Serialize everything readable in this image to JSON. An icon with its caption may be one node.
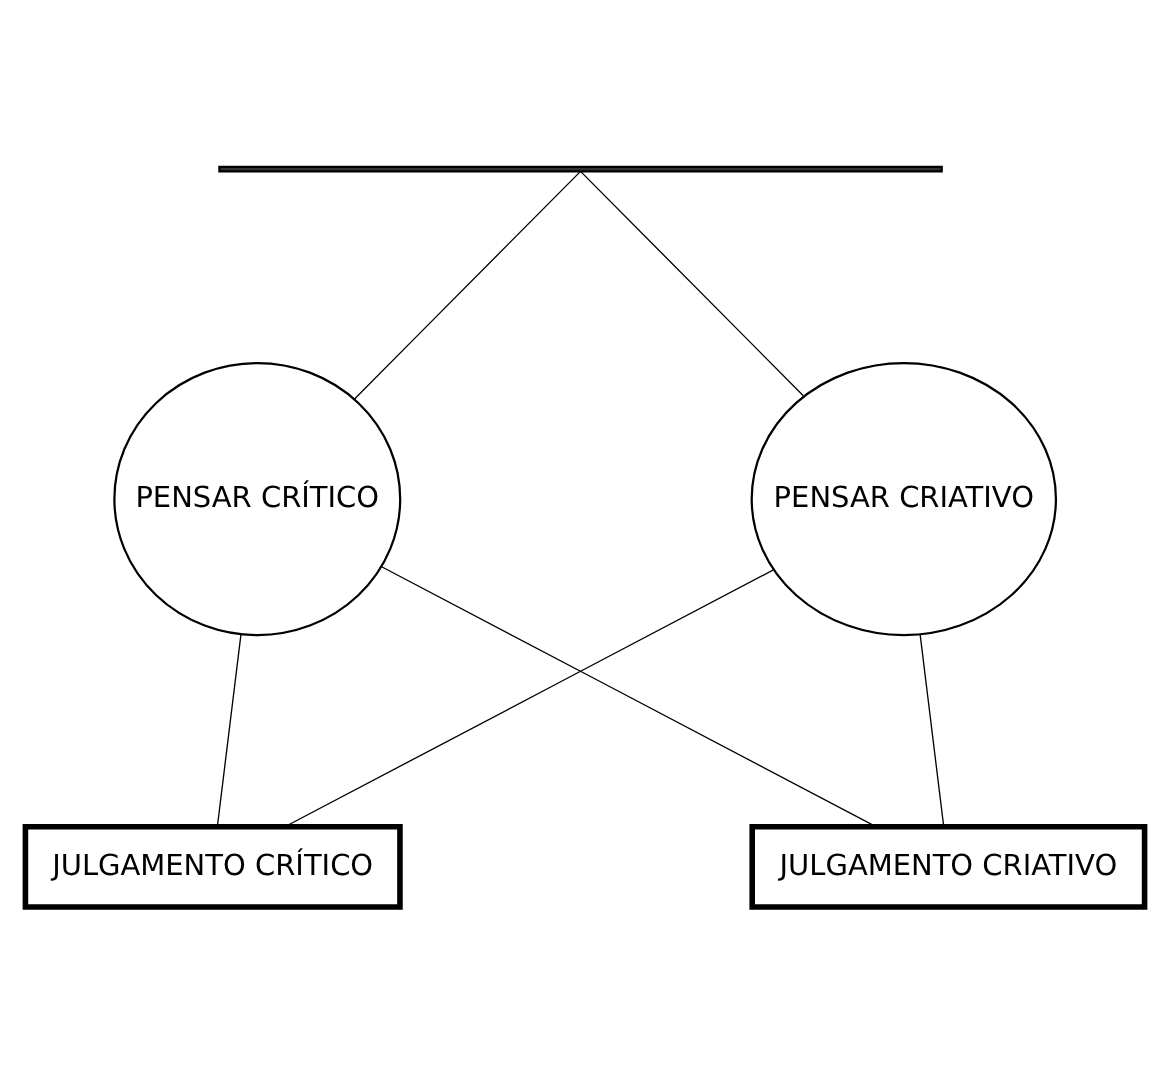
{
  "diagram": {
    "nodes": [
      {
        "text": [],
        "shape": "bar"
      },
      {
        "text": [
          "PENSAR CRÍTICO"
        ]
      },
      {
        "text": [
          "PENSAR CRIATIVO"
        ]
      },
      {
        "text": [
          "JULGAMENTO CRÍTICO"
        ]
      },
      {
        "text": [
          "JULGAMENTO CRIATIVO"
        ]
      }
    ],
    "edges": [
      {
        "from": 0,
        "to": 1,
        "arrow": "none"
      },
      {
        "from": 0,
        "to": 2,
        "arrow": "none"
      },
      {
        "from": 1,
        "to": 3,
        "arrow": "none"
      },
      {
        "from": 1,
        "to": 4,
        "arrow": "none"
      },
      {
        "from": 2,
        "to": 3,
        "arrow": "none"
      },
      {
        "from": 2,
        "to": 4,
        "arrow": "none"
      }
    ]
  }
}
